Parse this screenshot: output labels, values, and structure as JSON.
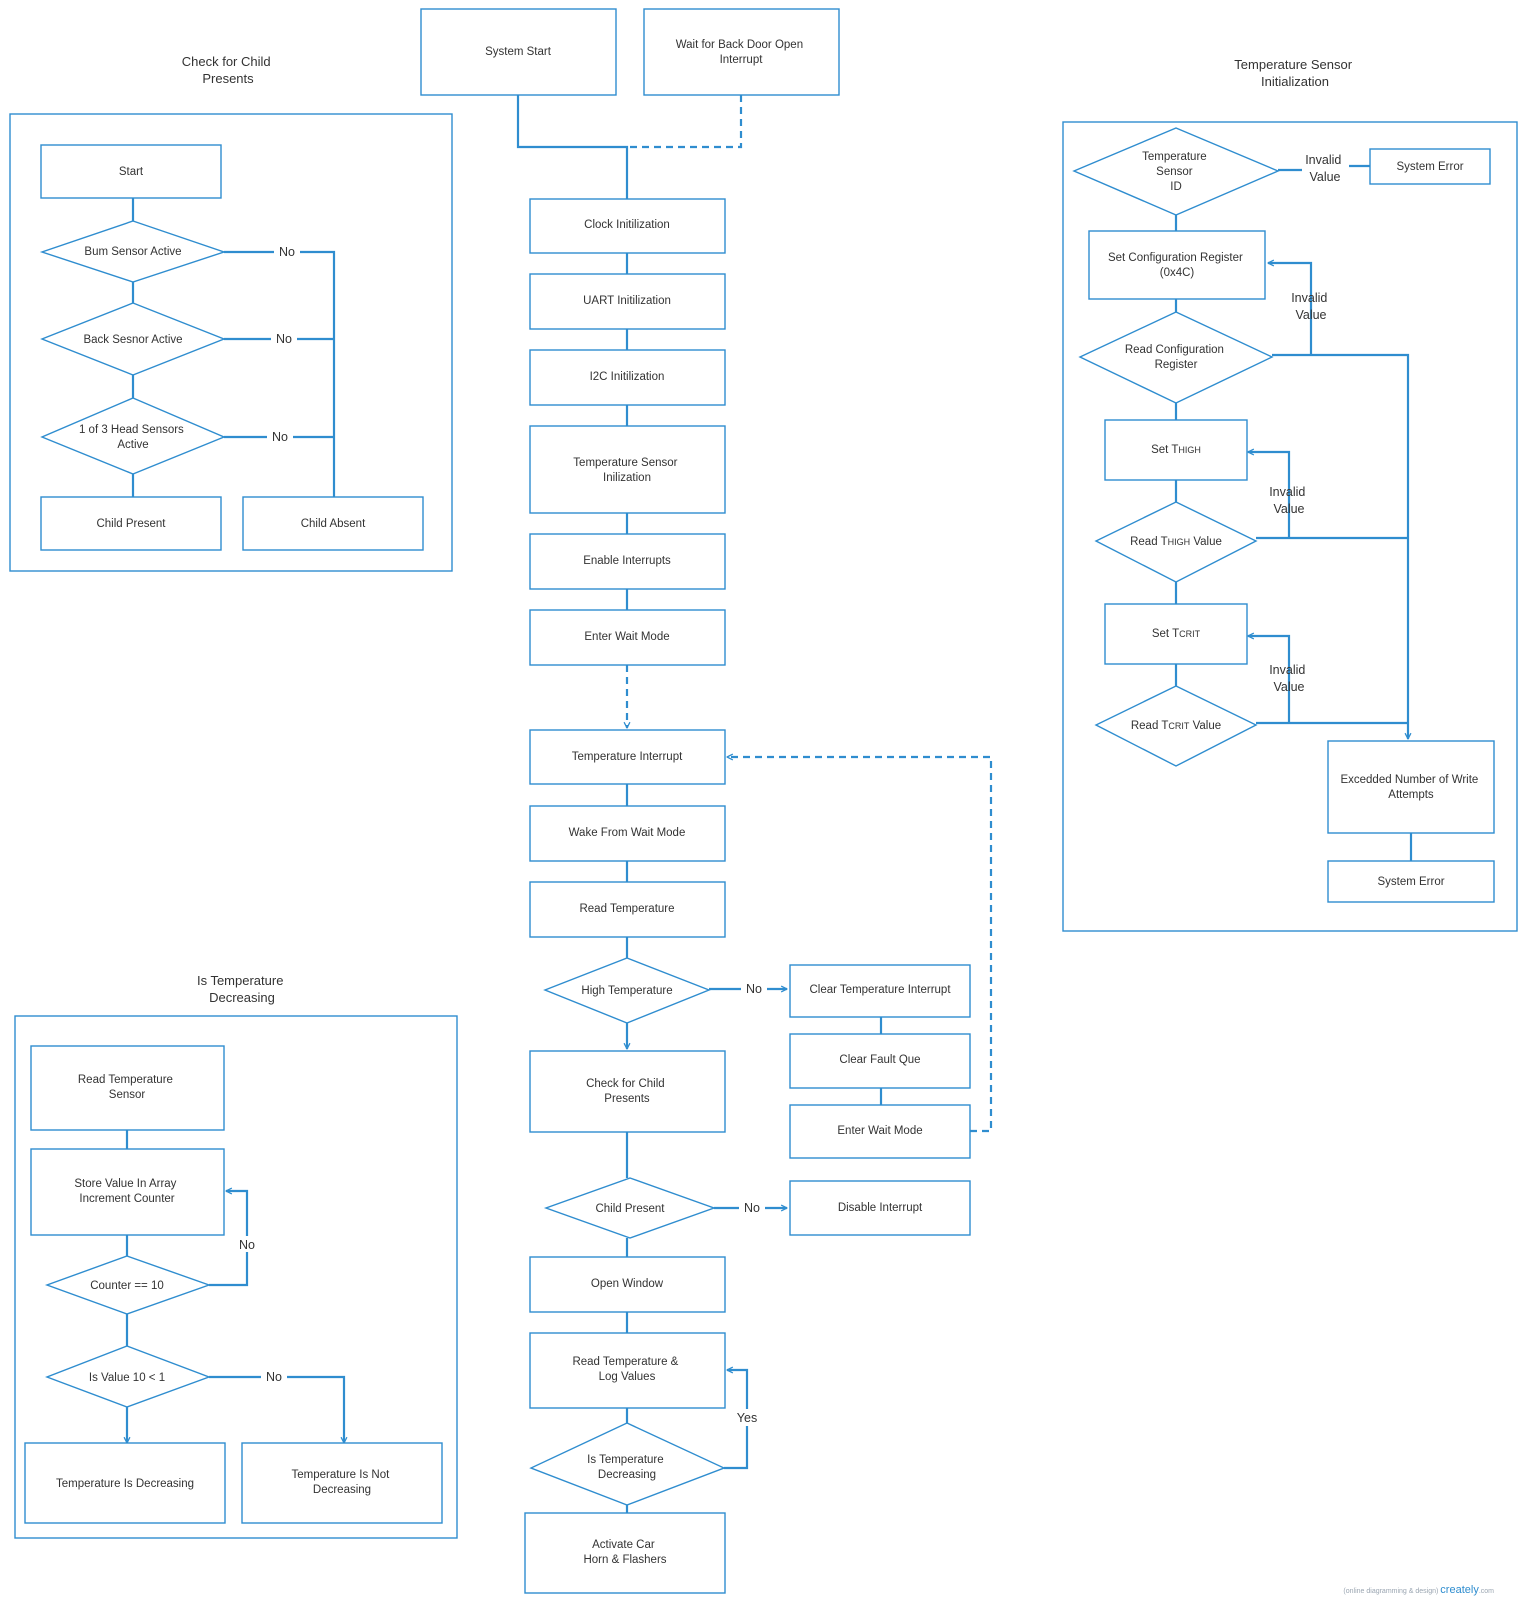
{
  "panels": {
    "child_check": {
      "title": [
        "Check for Child",
        "Presents"
      ],
      "start": "Start",
      "bum_sensor": "Bum Sensor Active",
      "back_sensor": "Back Sesnor Active",
      "head_sensors": [
        "1 of 3 Head Sensors",
        "Active"
      ],
      "child_present": "Child Present",
      "child_absent": "Child Absent",
      "no1": "No",
      "no2": "No",
      "no3": "No"
    },
    "temp_decreasing": {
      "title": [
        "Is Temperature",
        "Decreasing"
      ],
      "read_sensor": [
        "Read Temperature",
        "Sensor"
      ],
      "store_value": [
        "Store Value In Array",
        "Increment Counter"
      ],
      "counter_check": "Counter == 10",
      "value_check": "Is Value 10 < 1",
      "is_decreasing": "Temperature Is Decreasing",
      "not_decreasing": [
        "Temperature Is Not",
        "Decreasing"
      ],
      "no1": "No",
      "no2": "No"
    },
    "temp_init": {
      "title": [
        "Temperature Sensor",
        "Initialization"
      ],
      "sensor_id": [
        "Temperature",
        "Sensor",
        "ID"
      ],
      "invalid_value_1": [
        "Invalid",
        "Value"
      ],
      "system_error_1": "System Error",
      "set_config": [
        "Set Configuration Register",
        "(0x4C)"
      ],
      "invalid_value_2": [
        "Invalid",
        "Value"
      ],
      "read_config": [
        "Read Configuration",
        "Register"
      ],
      "set_thigh": {
        "pre": "Set T",
        "sub": "HIGH",
        "post": ""
      },
      "invalid_value_3": [
        "Invalid",
        "Value"
      ],
      "read_thigh": {
        "pre": "Read T",
        "sub": "HIGH",
        "post": " Value"
      },
      "set_tcrit": {
        "pre": "Set T",
        "sub": "CRIT",
        "post": ""
      },
      "invalid_value_4": [
        "Invalid",
        "Value"
      ],
      "read_tcrit": {
        "pre": "Read T",
        "sub": "CRIT",
        "post": " Value"
      },
      "exceeded": [
        "Excedded Number of Write",
        "Attempts"
      ],
      "system_error_2": "System Error"
    }
  },
  "main_flow": {
    "system_start": "System Start",
    "wait_back_door": [
      "Wait for Back Door Open",
      "Interrupt"
    ],
    "clock_init": "Clock Initilization",
    "uart_init": "UART Initilization",
    "i2c_init": "I2C Initilization",
    "temp_sensor_init": [
      "Temperature Sensor",
      "Inilization"
    ],
    "enable_interrupts": "Enable Interrupts",
    "enter_wait_mode": "Enter Wait Mode",
    "temp_interrupt": "Temperature Interrupt",
    "wake_wait_mode": "Wake From Wait Mode",
    "read_temp": "Read Temperature",
    "high_temp": "High Temperature",
    "no_high": "No",
    "clear_temp_interrupt": "Clear Temperature Interrupt",
    "clear_fault": "Clear Fault Que",
    "enter_wait_mode_2": "Enter Wait Mode",
    "check_child": [
      "Check for Child",
      "Presents"
    ],
    "child_present": "Child Present",
    "no_child": "No",
    "disable_interrupt": "Disable Interrupt",
    "open_window": "Open Window",
    "read_log": [
      "Read Temperature &",
      "Log Values"
    ],
    "yes": "Yes",
    "is_decreasing": [
      "Is Temperature",
      "Decreasing"
    ],
    "activate": [
      "Activate Car",
      "Horn & Flashers"
    ]
  },
  "watermark": {
    "small": "(online diagramming & design)",
    "brand": "creately",
    "suffix": ".com"
  }
}
